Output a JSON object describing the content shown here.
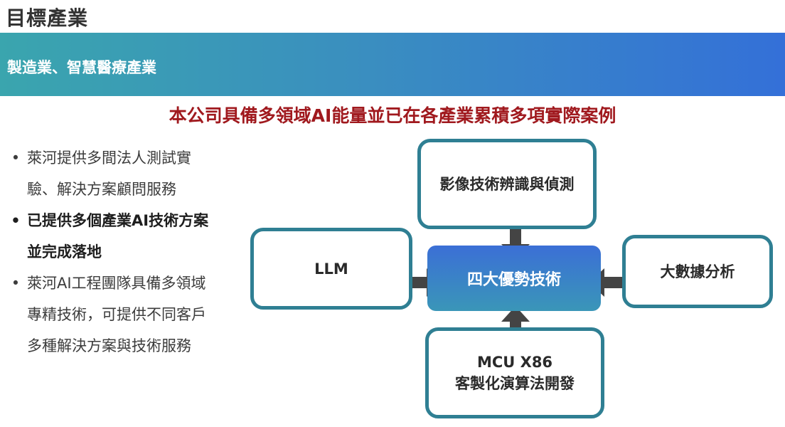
{
  "page": {
    "title": "目標產業",
    "banner": "製造業、智慧醫療產業",
    "headline": "本公司具備多領域AI能量並已在各產業累積多項實際案例"
  },
  "bullets": [
    {
      "text": "萊河提供多間法人測試實驗、解決方案顧問服務",
      "lines": [
        "萊河提供多間法人測試實",
        "驗、解決方案顧問服務"
      ],
      "bold": false
    },
    {
      "text": "已提供多個產業AI技術方案並完成落地",
      "lines": [
        "已提供多個產業AI技術方案",
        "並完成落地"
      ],
      "bold": true
    },
    {
      "text": "萊河AI工程團隊具備多領域專精技術，可提供不同客戶多種解決方案與技術服務",
      "lines": [
        "萊河AI工程團隊具備多領域",
        "專精技術，可提供不同客戶",
        "多種解決方案與技術服務"
      ],
      "bold": false
    }
  ],
  "diagram": {
    "center": "四大優勢技術",
    "top": "影像技術辨識與偵測",
    "left": "LLM",
    "right": "大數據分析",
    "bottom_line1": "MCU X86",
    "bottom_line2": "客製化演算法開發"
  },
  "colors": {
    "headline": "#a0191e",
    "box_border": "#2f7f93",
    "arrow": "#444444",
    "banner_start": "#3aa5ae",
    "banner_end": "#3470d8"
  }
}
